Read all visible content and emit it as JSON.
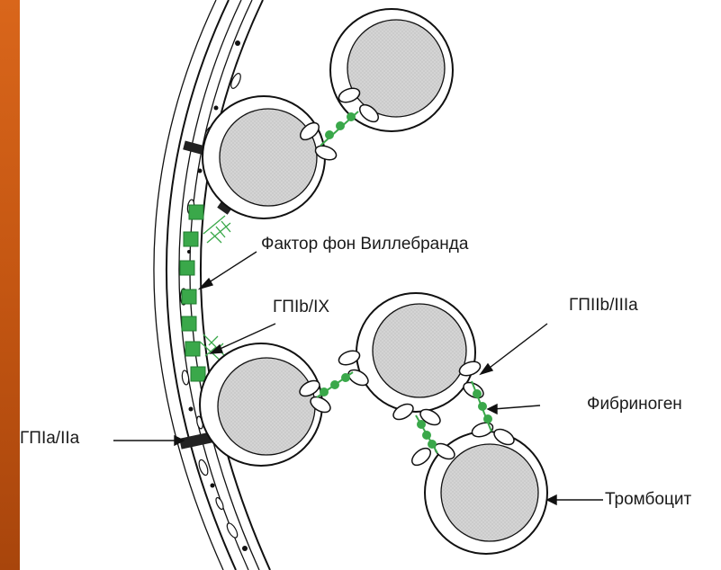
{
  "labels": {
    "vwf": "Фактор фон Виллебранда",
    "gp1b": "ГПIb/IX",
    "gp2b": "ГПIIb/IIIa",
    "fibrinogen": "Фибриноген",
    "gp1a": "ГПIa/IIa",
    "platelet": "Тромбоцит"
  },
  "colors": {
    "side_bar": "#c45612",
    "receptor_green": "#3aa84a",
    "platelet_fill": "#cfcfcf",
    "collagen_block": "#222222"
  }
}
